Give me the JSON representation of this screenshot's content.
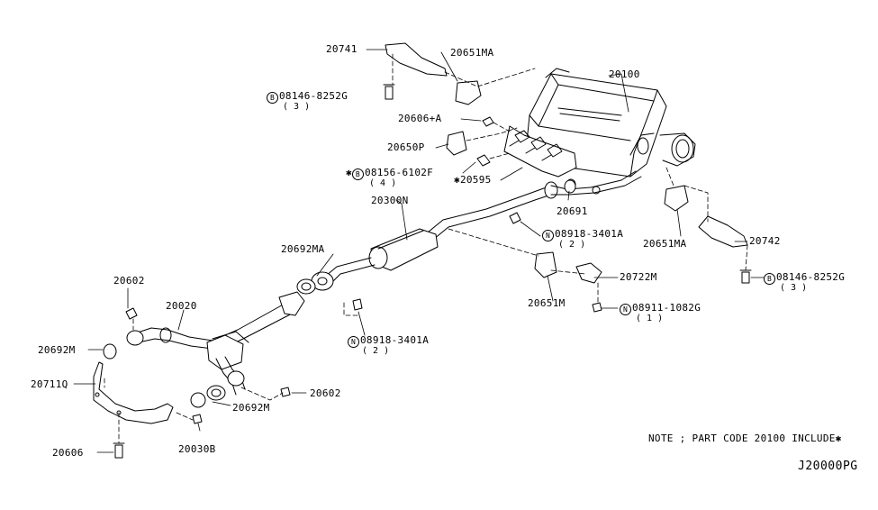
{
  "labels": {
    "p20741": "20741",
    "p20651MA_top": "20651MA",
    "p08146_top": "08146-8252G",
    "p08146_top_qty": "( 3 )",
    "p20100": "20100",
    "p20606A": "20606+A",
    "p20650P": "20650P",
    "p08156": "08156-6102F",
    "p08156_qty": "( 4 )",
    "p20595": "20595",
    "p20300N": "20300N",
    "p20691": "20691",
    "p08918_top": "08918-3401A",
    "p08918_top_qty": "( 2 )",
    "p20651MA_right": "20651MA",
    "p20742": "20742",
    "p08146_right": "08146-8252G",
    "p08146_right_qty": "( 3 )",
    "p20692MA": "20692MA",
    "p20722M": "20722M",
    "p20651M": "20651M",
    "p08911": "08911-1082G",
    "p08911_qty": "( 1 )",
    "p20602_top": "20602",
    "p20020": "20020",
    "p08918_bot": "08918-3401A",
    "p08918_bot_qty": "( 2 )",
    "p20692M_left": "20692M",
    "p20711Q": "20711Q",
    "p20602_right": "20602",
    "p20692M_bot": "20692M",
    "p20030B": "20030B",
    "p20606": "20606"
  },
  "prefix": {
    "bolt": "B",
    "nut": "N",
    "star": "✱"
  },
  "note": "NOTE ; PART CODE 20100 INCLUDE✱",
  "diagram_code": "J20000PG"
}
